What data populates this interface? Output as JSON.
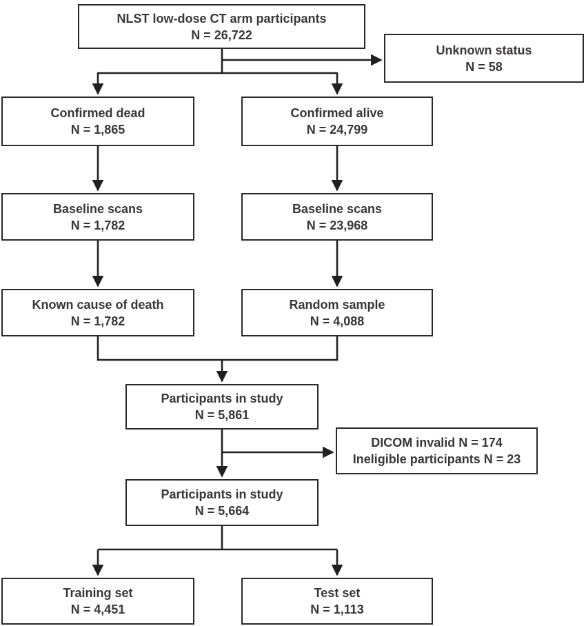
{
  "diagram": {
    "nodes": {
      "top": {
        "label": "NLST low-dose CT arm participants",
        "count": "N = 26,722"
      },
      "unknown": {
        "label": "Unknown status",
        "count": "N = 58"
      },
      "dead": {
        "label": "Confirmed dead",
        "count": "N = 1,865"
      },
      "alive": {
        "label": "Confirmed alive",
        "count": "N = 24,799"
      },
      "baseline_dead": {
        "label": "Baseline scans",
        "count": "N = 1,782"
      },
      "baseline_alive": {
        "label": "Baseline scans",
        "count": "N = 23,968"
      },
      "cause_of_death": {
        "label": "Known cause of death",
        "count": "N = 1,782"
      },
      "random_sample": {
        "label": "Random sample",
        "count": "N = 4,088"
      },
      "study_initial": {
        "label": "Participants in study",
        "count": "N = 5,861"
      },
      "exclusions": {
        "label": "DICOM invalid N = 174",
        "count": "Ineligible participants N = 23"
      },
      "study_final": {
        "label": "Participants in study",
        "count": "N = 5,664"
      },
      "training": {
        "label": "Training set",
        "count": "N = 4,451"
      },
      "test": {
        "label": "Test set",
        "count": "N = 1,113"
      }
    },
    "colors": {
      "line": "#231f20",
      "box_border": "#2b2829",
      "box_fill": "#ffffff",
      "text": "#3a3637",
      "background": "#ffffff"
    }
  }
}
